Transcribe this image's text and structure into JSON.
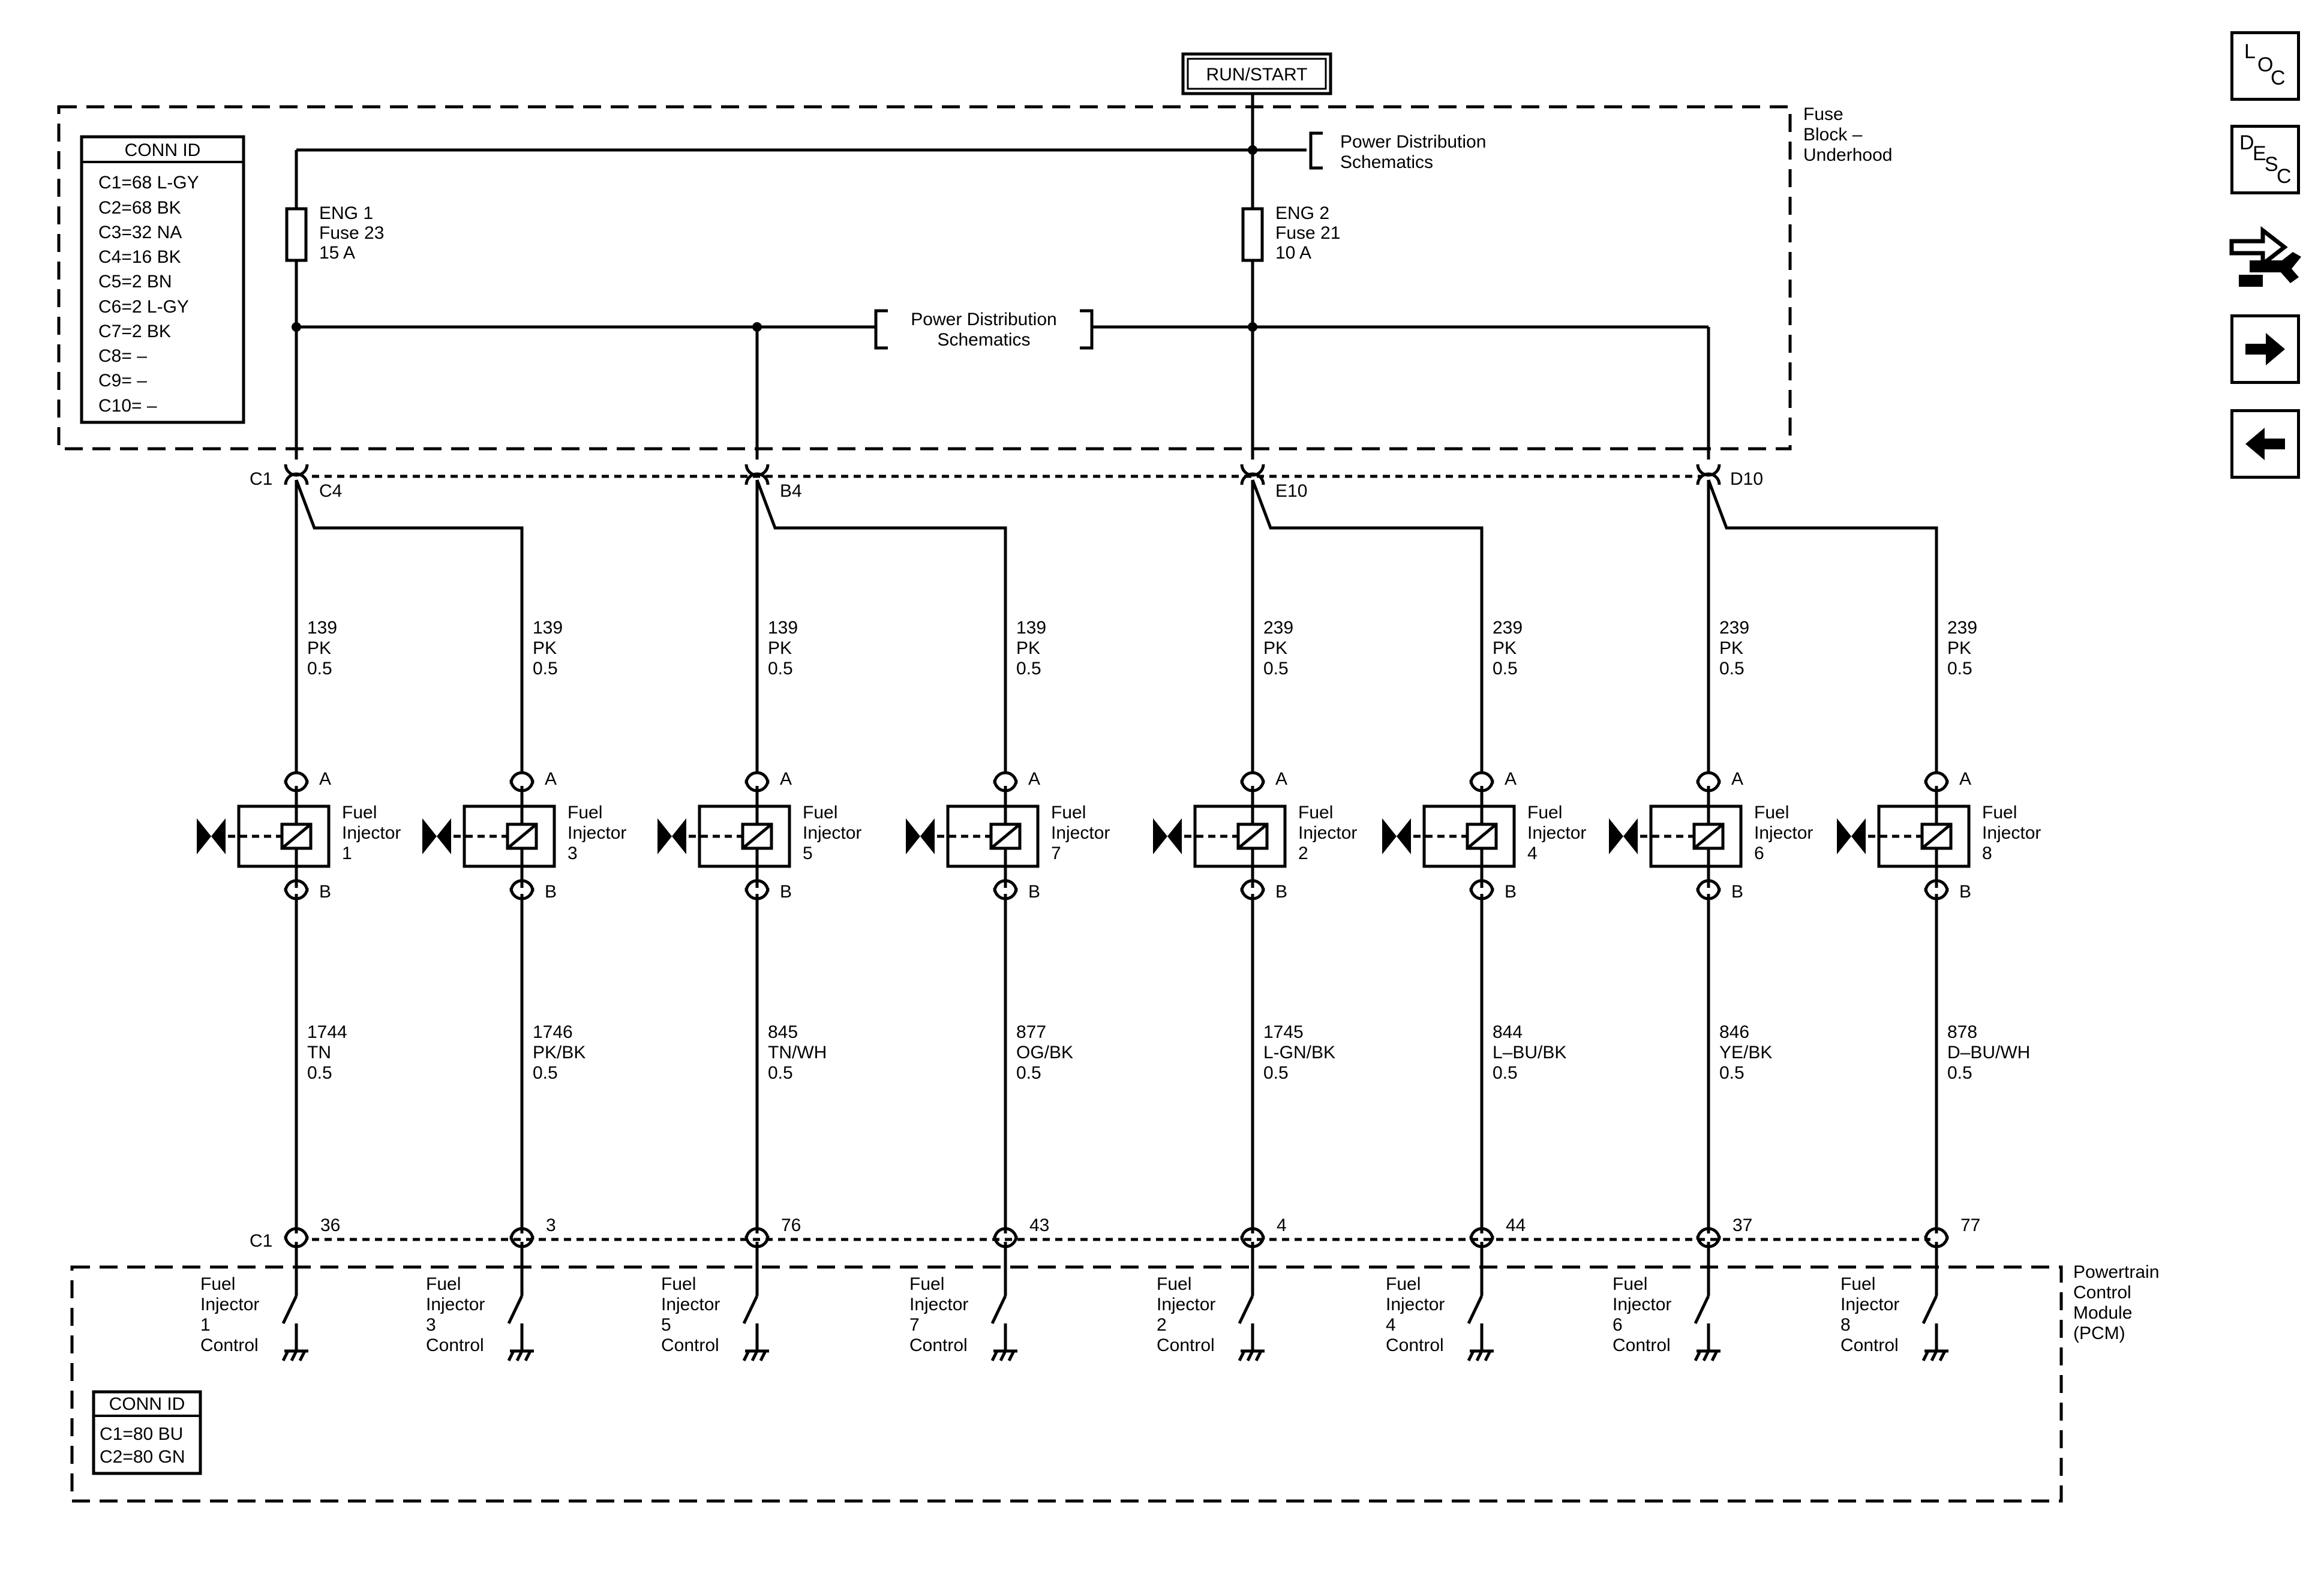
{
  "power_source": "RUN/START",
  "fuse_block": {
    "label_lines": [
      "Fuse",
      "Block –",
      "Underhood"
    ]
  },
  "power_dist_top": [
    "Power Distribution",
    "Schematics"
  ],
  "power_dist_mid": [
    "Power Distribution",
    "Schematics"
  ],
  "fuses": [
    {
      "lines": [
        "ENG 1",
        "Fuse 23",
        "15 A"
      ]
    },
    {
      "lines": [
        "ENG 2",
        "Fuse 21",
        "10 A"
      ]
    }
  ],
  "conn_id_top": {
    "title": "CONN ID",
    "rows": [
      "C1=68 L-GY",
      "C2=68 BK",
      "C3=32 NA",
      "C4=16 BK",
      "C5=2 BN",
      "C6=2 L-GY",
      "C7=2 BK",
      "C8= –",
      "C9= –",
      "C10= –"
    ]
  },
  "conn_id_bottom": {
    "title": "CONN ID",
    "rows": [
      "C1=80 BU",
      "C2=80 GN"
    ]
  },
  "top_connector": {
    "prefix": "C1",
    "pins": [
      "C4",
      "B4",
      "E10",
      "D10"
    ]
  },
  "bottom_connector": {
    "prefix": "C1",
    "pins": [
      "36",
      "3",
      "76",
      "43",
      "4",
      "44",
      "37",
      "77"
    ]
  },
  "pcm": {
    "label_lines": [
      "Powertrain",
      "Control",
      "Module",
      "(PCM)"
    ]
  },
  "injectors": [
    {
      "name": [
        "Fuel",
        "Injector",
        "1"
      ],
      "pin_a": "A",
      "pin_b": "B",
      "supply": [
        "139",
        "PK",
        "0.5"
      ],
      "control": [
        "1744",
        "TN",
        "0.5"
      ],
      "pcm_label": [
        "Fuel",
        "Injector",
        "1",
        "Control"
      ]
    },
    {
      "name": [
        "Fuel",
        "Injector",
        "3"
      ],
      "pin_a": "A",
      "pin_b": "B",
      "supply": [
        "139",
        "PK",
        "0.5"
      ],
      "control": [
        "1746",
        "PK/BK",
        "0.5"
      ],
      "pcm_label": [
        "Fuel",
        "Injector",
        "3",
        "Control"
      ]
    },
    {
      "name": [
        "Fuel",
        "Injector",
        "5"
      ],
      "pin_a": "A",
      "pin_b": "B",
      "supply": [
        "139",
        "PK",
        "0.5"
      ],
      "control": [
        "845",
        "TN/WH",
        "0.5"
      ],
      "pcm_label": [
        "Fuel",
        "Injector",
        "5",
        "Control"
      ]
    },
    {
      "name": [
        "Fuel",
        "Injector",
        "7"
      ],
      "pin_a": "A",
      "pin_b": "B",
      "supply": [
        "139",
        "PK",
        "0.5"
      ],
      "control": [
        "877",
        "OG/BK",
        "0.5"
      ],
      "pcm_label": [
        "Fuel",
        "Injector",
        "7",
        "Control"
      ]
    },
    {
      "name": [
        "Fuel",
        "Injector",
        "2"
      ],
      "pin_a": "A",
      "pin_b": "B",
      "supply": [
        "239",
        "PK",
        "0.5"
      ],
      "control": [
        "1745",
        "L-GN/BK",
        "0.5"
      ],
      "pcm_label": [
        "Fuel",
        "Injector",
        "2",
        "Control"
      ]
    },
    {
      "name": [
        "Fuel",
        "Injector",
        "4"
      ],
      "pin_a": "A",
      "pin_b": "B",
      "supply": [
        "239",
        "PK",
        "0.5"
      ],
      "control": [
        "844",
        "L–BU/BK",
        "0.5"
      ],
      "pcm_label": [
        "Fuel",
        "Injector",
        "4",
        "Control"
      ]
    },
    {
      "name": [
        "Fuel",
        "Injector",
        "6"
      ],
      "pin_a": "A",
      "pin_b": "B",
      "supply": [
        "239",
        "PK",
        "0.5"
      ],
      "control": [
        "846",
        "YE/BK",
        "0.5"
      ],
      "pcm_label": [
        "Fuel",
        "Injector",
        "6",
        "Control"
      ]
    },
    {
      "name": [
        "Fuel",
        "Injector",
        "8"
      ],
      "pin_a": "A",
      "pin_b": "B",
      "supply": [
        "239",
        "PK",
        "0.5"
      ],
      "control": [
        "878",
        "D–BU/WH",
        "0.5"
      ],
      "pcm_label": [
        "Fuel",
        "Injector",
        "8",
        "Control"
      ]
    }
  ],
  "nav": {
    "loc": [
      "L",
      "O",
      "C"
    ],
    "desc": [
      "D",
      "E",
      "S",
      "C"
    ],
    "icons": [
      "connector-tool-icon",
      "arrow-right-icon",
      "arrow-left-icon"
    ]
  }
}
